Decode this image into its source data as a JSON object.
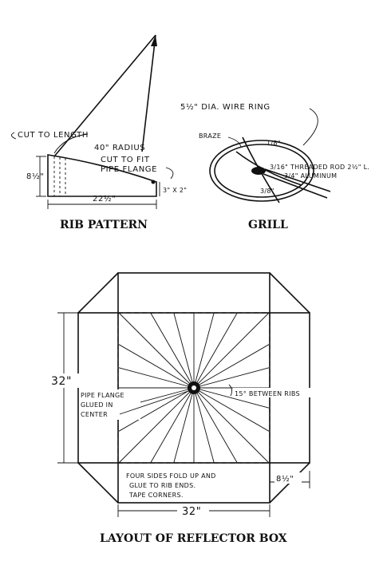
{
  "rib_pattern": {
    "caption": "RIB PATTERN",
    "cut_to_length": "CUT TO LENGTH",
    "radius": "40\" RADIUS",
    "cut_to_fit_1": "CUT TO FIT",
    "cut_to_fit_2": "PIPE FLANGE",
    "height": "8½\"",
    "width": "22½\"",
    "small_height": "3\" X 2\""
  },
  "grill": {
    "caption": "GRILL",
    "wire_ring": "5½\" DIA. WIRE RING",
    "braze": "BRAZE",
    "rod_1": "3/16\" THREADED ROD 2½\" L.",
    "rod_2": "3/4\" ALUMINUM",
    "dim_top": "1/8\"",
    "dim_center": "3/8\""
  },
  "layout": {
    "caption": "LAYOUT OF REFLECTOR BOX",
    "height": "32\"",
    "width": "32\"",
    "flap": "8½\"",
    "angle": "15° BETWEEN RIBS",
    "flange_1": "PIPE FLANGE",
    "flange_2": "GLUED IN",
    "flange_3": "CENTER",
    "fold_1": "FOUR SIDES FOLD UP AND",
    "fold_2": "GLUE TO RIB ENDS.",
    "fold_3": "TAPE CORNERS."
  }
}
